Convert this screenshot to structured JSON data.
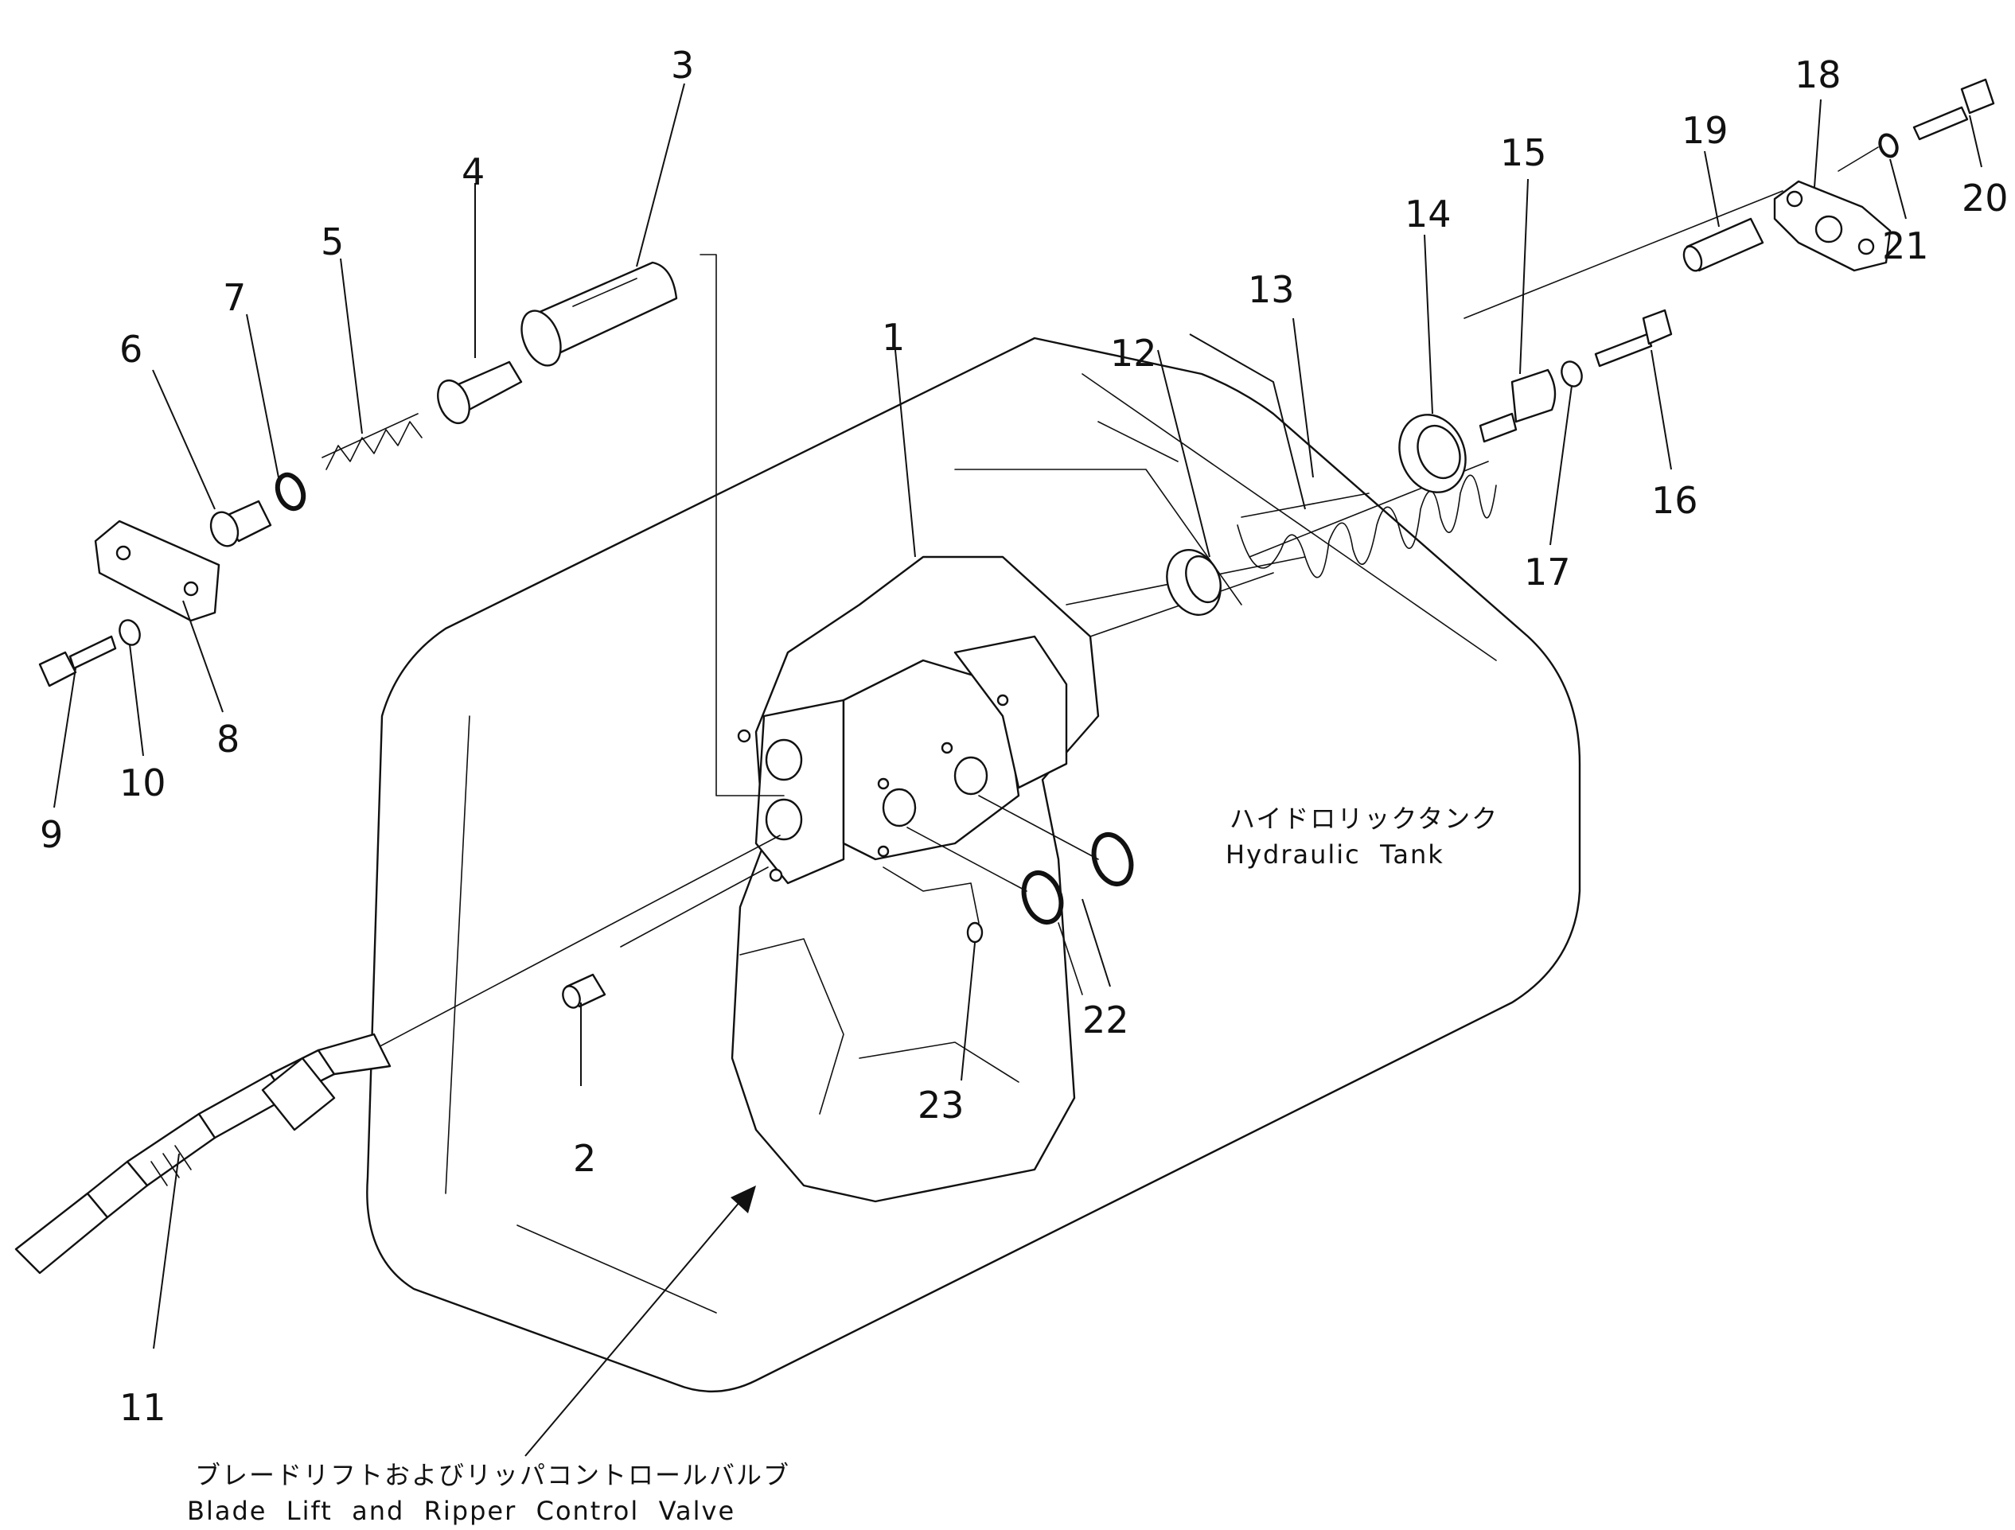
{
  "callouts": [
    "1",
    "2",
    "3",
    "4",
    "5",
    "6",
    "7",
    "8",
    "9",
    "10",
    "11",
    "12",
    "13",
    "14",
    "15",
    "16",
    "17",
    "18",
    "19",
    "20",
    "21",
    "22",
    "23"
  ],
  "labels": {
    "tank_jp": "ハイドロリックタンク",
    "tank_en": "Hydraulic  Tank",
    "valve_jp": "ブレードリフトおよびリッパコントロールバルブ",
    "valve_en": "Blade  Lift  and  Ripper  Control  Valve"
  }
}
